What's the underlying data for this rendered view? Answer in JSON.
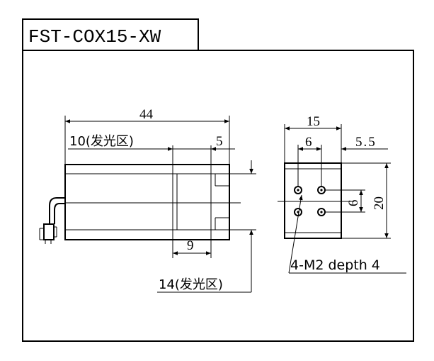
{
  "title": "FST-COX15-XW",
  "side_view": {
    "overall_length": "44",
    "emitting_length": "10(发光区)",
    "end_length": "5",
    "emitting_width": "14(发光区)",
    "window_length": "9"
  },
  "front_view": {
    "width": "15",
    "hole_spacing_x": "6",
    "edge_offset": "5.5",
    "hole_spacing_y": "6",
    "height": "20",
    "hole_note": "4-M2 depth 4"
  }
}
